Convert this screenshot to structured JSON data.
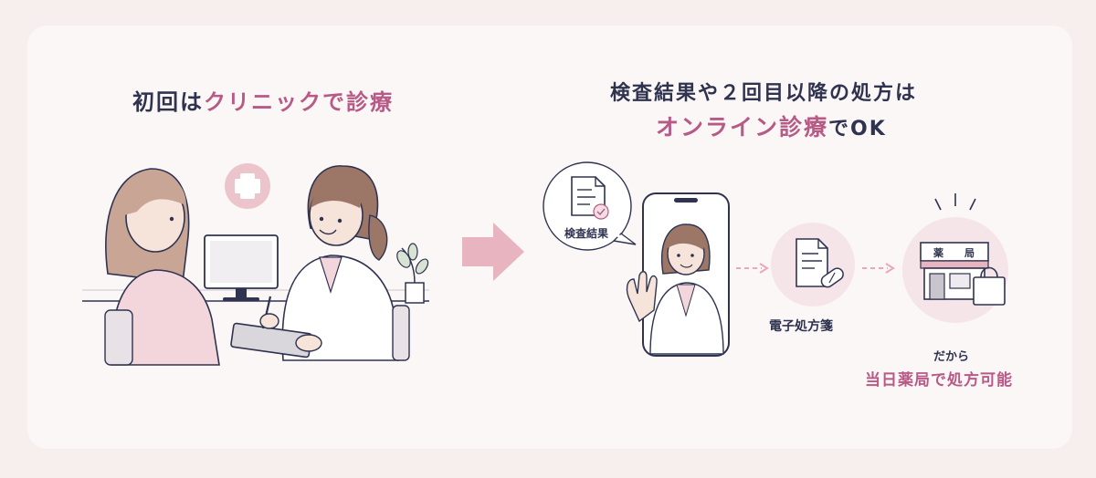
{
  "left": {
    "heading_prefix": "初回は",
    "heading_accent": "クリニックで診療"
  },
  "right": {
    "heading_line1": "検査結果や２回目以降の処方は",
    "heading_accent": "オンライン診療",
    "heading_suffix": "でOK",
    "bubble_label": "検査結果",
    "prescription_label": "電子処方箋",
    "pharmacy_sign_1": "薬",
    "pharmacy_sign_2": "局",
    "note_small": "だから",
    "note_accent": "当日薬局で処方可能"
  },
  "colors": {
    "accent": "#b85a86",
    "navy": "#2f3350",
    "pink_soft": "#f3dfe3",
    "arrow": "#e8b4bf"
  },
  "icons": [
    "clinic-cross-icon",
    "document-check-icon",
    "smartphone-icon",
    "prescription-pill-icon",
    "pharmacy-icon",
    "shopping-bag-icon",
    "plant-icon",
    "monitor-icon"
  ]
}
